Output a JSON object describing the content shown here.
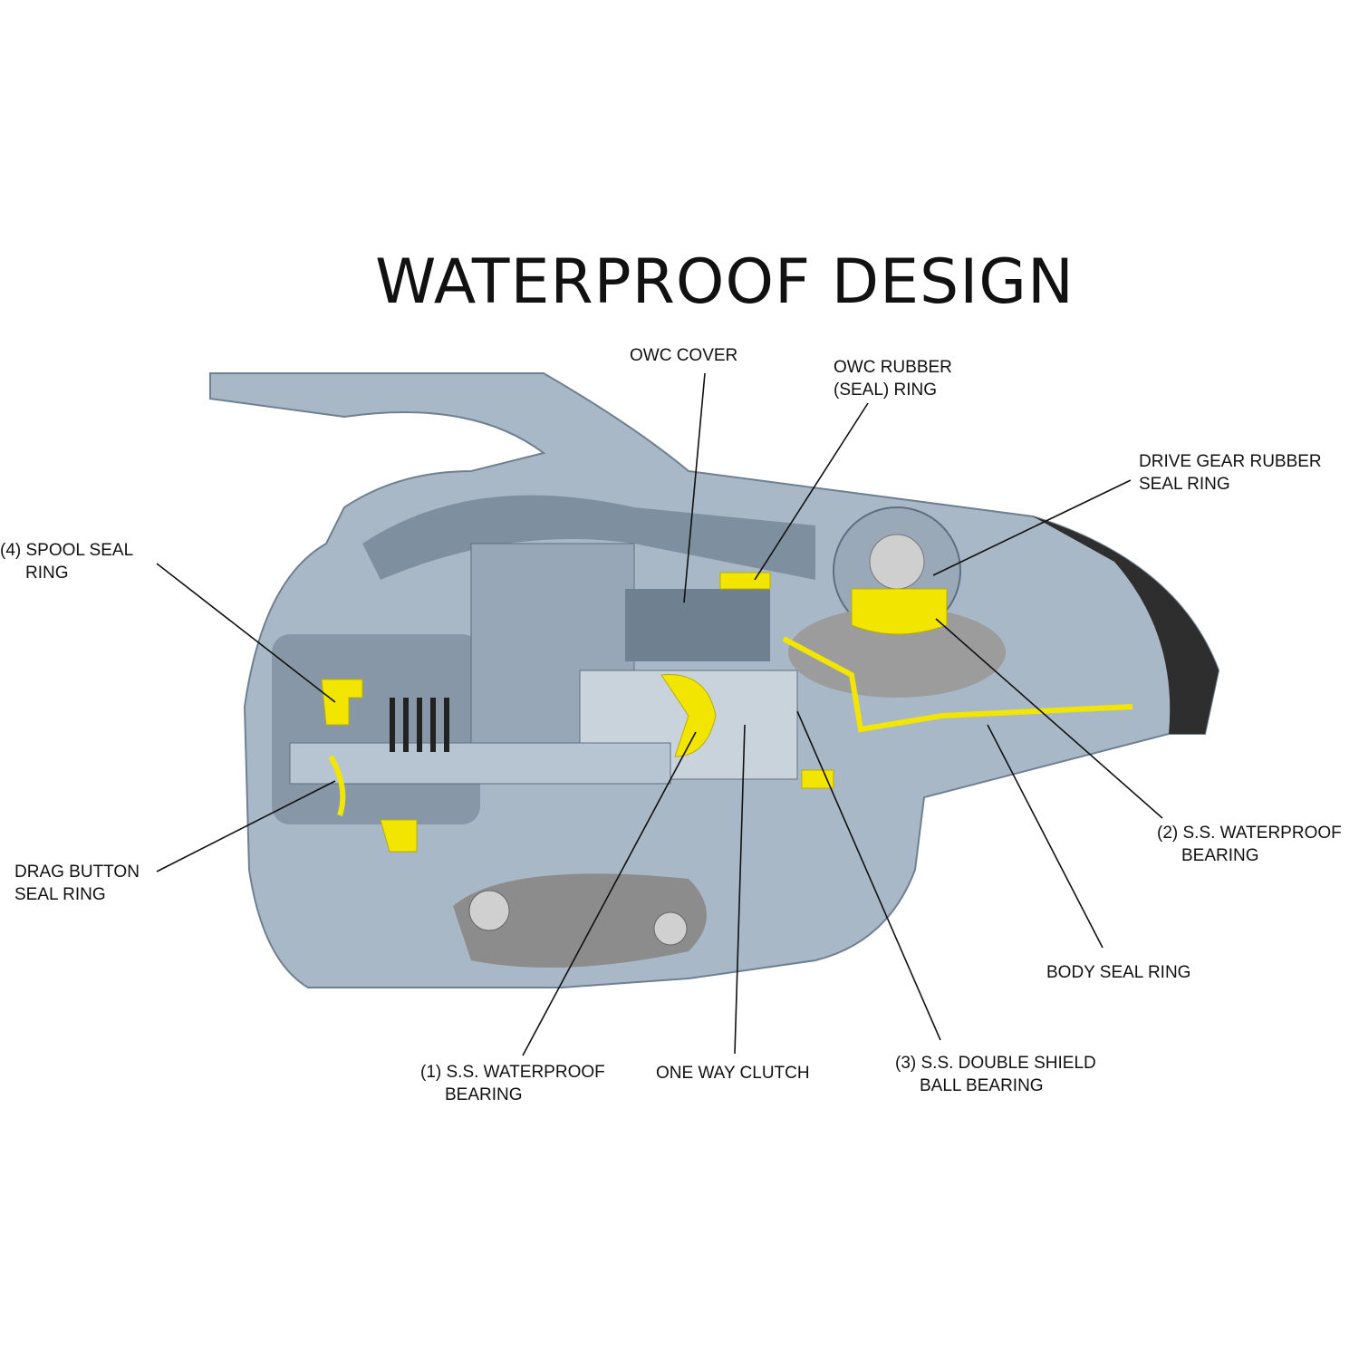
{
  "title": "WATERPROOF DESIGN",
  "labels": {
    "owc_cover": [
      "OWC COVER"
    ],
    "owc_rubber_ring": [
      "OWC RUBBER",
      "(SEAL) RING"
    ],
    "drive_gear_seal": [
      "DRIVE GEAR RUBBER",
      "SEAL RING"
    ],
    "spool_seal": [
      "(4) SPOOL SEAL",
      "RING"
    ],
    "drag_button_seal": [
      "DRAG BUTTON",
      "SEAL RING"
    ],
    "bearing_2": [
      "(2) S.S. WATERPROOF",
      "BEARING"
    ],
    "body_seal": [
      "BODY SEAL RING"
    ],
    "bearing_1": [
      "(1) S.S. WATERPROOF",
      "BEARING"
    ],
    "one_way_clutch": [
      "ONE WAY CLUTCH"
    ],
    "bearing_3": [
      "(3) S.S. DOUBLE SHIELD",
      "BALL BEARING"
    ]
  },
  "colors": {
    "body": "#a9b8c6",
    "body_dark": "#6f8091",
    "seal": "#f2e600",
    "handle": "#8c8c8c",
    "cap": "#2e2e2e"
  }
}
